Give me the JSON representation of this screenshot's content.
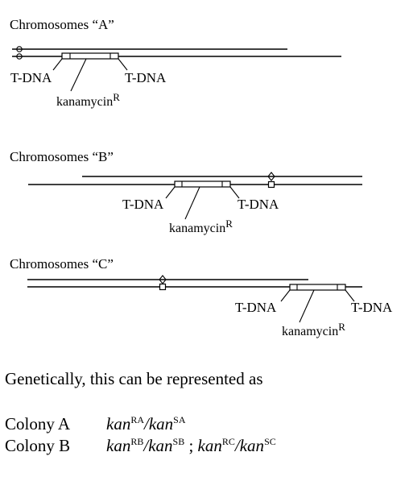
{
  "sections": [
    {
      "title": "Chromosomes “A”",
      "tdna_left": "T-DNA",
      "tdna_right": "T-DNA",
      "marker": "kanamycin",
      "marker_sup": "R"
    },
    {
      "title": "Chromosomes “B”",
      "tdna_left": "T-DNA",
      "tdna_right": "T-DNA",
      "marker": "kanamycin",
      "marker_sup": "R"
    },
    {
      "title": "Chromosomes “C”",
      "tdna_left": "T-DNA",
      "tdna_right": "T-DNA",
      "marker": "kanamycin",
      "marker_sup": "R"
    }
  ],
  "text": {
    "genetic_intro": "Genetically, this can be represented as",
    "colony_a_label": "Colony A",
    "colony_b_label": "Colony B",
    "colony_a": {
      "g1": "kan",
      "s1": "RA",
      "sep": "/",
      "g2": "kan",
      "s2": "SA"
    },
    "colony_b": {
      "g1": "kan",
      "s1": "RB",
      "sep1": "/",
      "g2": "kan",
      "s2": "SB",
      "semi": " ; ",
      "g3": "kan",
      "s3": "RC",
      "sep2": "/",
      "g4": "kan",
      "s4": "SC"
    }
  }
}
